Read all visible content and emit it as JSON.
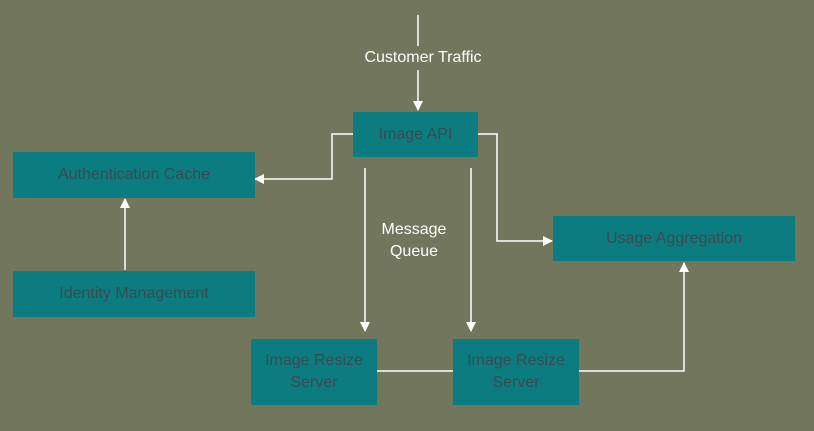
{
  "nodes": {
    "image_api": "Image API",
    "auth_cache": "Authentication Cache",
    "identity_mgmt": "Identity Management",
    "usage_agg": "Usage Aggregation",
    "resize_1": "Image Resize\nServer",
    "resize_2": "Image Resize\nServer"
  },
  "labels": {
    "customer_traffic": "Customer Traffic",
    "message_queue": "Message\nQueue"
  },
  "colors": {
    "background": "#72765d",
    "node_fill": "#0b7d80",
    "node_text": "#3b4a50",
    "edge": "#ffffff",
    "label_text": "#ffffff"
  }
}
